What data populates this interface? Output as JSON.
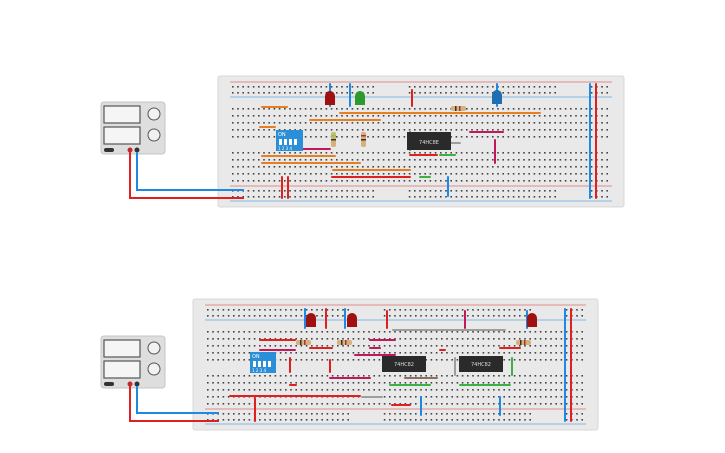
{
  "colors": {
    "board": "#e9e9e9",
    "board_edge": "#d6d6d6",
    "hole": "#3f3f3f",
    "rail_red": "#d32f2f",
    "rail_blue": "#1e88e5",
    "supply_body": "#e0e0e0",
    "supply_screen": "#f4f4f4",
    "chip": "#2a2a2a",
    "dip_switch": "#2a8fd8",
    "led_red": "#a01010",
    "led_green": "#2e9a2e",
    "led_blue": "#1f6fb0",
    "wire_orange": "#e67e22",
    "wire_red": "#e02020",
    "wire_blue": "#1e88e5",
    "wire_green": "#3cb043",
    "wire_magenta": "#c2185b",
    "wire_gray": "#9e9e9e",
    "wire_brown": "#8d6e63"
  },
  "circuit_1": {
    "ic_label": "74HC8E",
    "dip_label": "ON",
    "dip_numbers": "1 2 3 4",
    "leds": [
      "red",
      "green",
      "blue"
    ]
  },
  "circuit_2": {
    "ic_labels": [
      "74HC82",
      "74HC82"
    ],
    "dip_label": "ON",
    "dip_numbers": "1 2 3 4",
    "leds": [
      "red",
      "red",
      "red"
    ]
  },
  "icons": [
    "power-supply-icon",
    "breadboard-icon",
    "led-icon",
    "resistor-icon",
    "dip-switch-icon",
    "ic-chip-icon"
  ]
}
